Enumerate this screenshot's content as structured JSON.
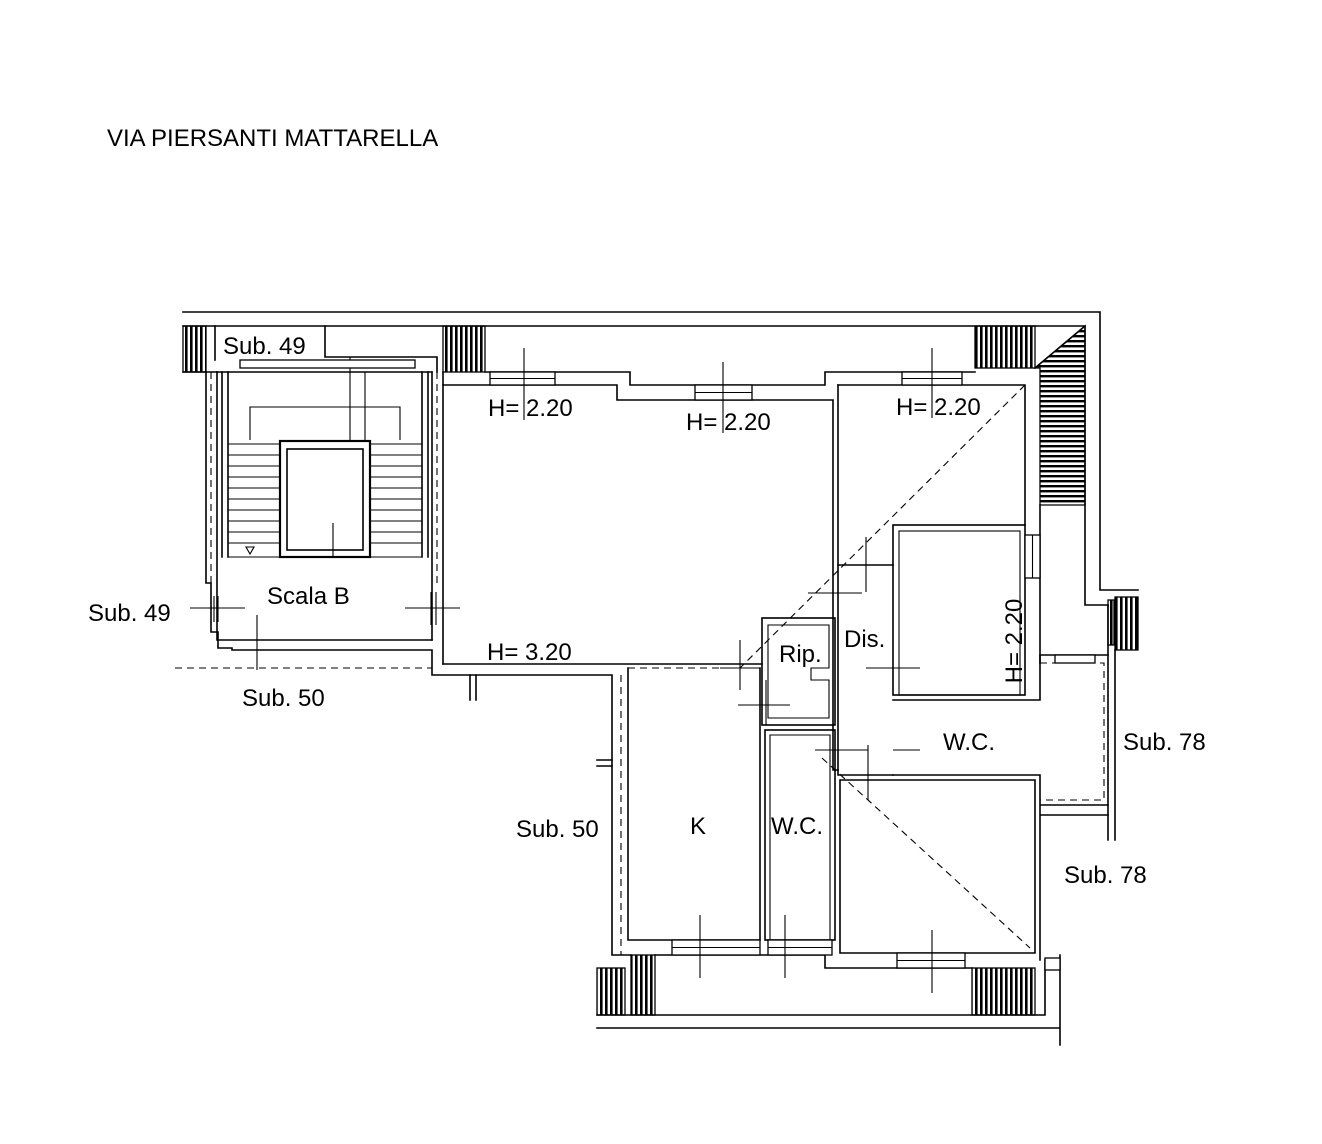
{
  "colors": {
    "ink": "#000000",
    "paper": "#ffffff"
  },
  "street_name": "VIA PIERSANTI MATTARELLA",
  "neighbouring_units": {
    "top_left": "Sub. 49",
    "left": "Sub. 49",
    "bottom_left": "Sub. 50",
    "lower_left": "Sub. 50",
    "right": "Sub. 78",
    "lower_right": "Sub. 78"
  },
  "rooms": {
    "staircase": "Scala B",
    "storage": "Rip.",
    "hallway": "Dis.",
    "kitchen": "K",
    "bathroom_right": "W.C.",
    "bathroom_lower": "W.C."
  },
  "ceiling_heights": {
    "main_room_top_left": "H= 2.20",
    "main_room_top_center": "H= 2.20",
    "right_room_top": "H= 2.20",
    "main_room_bottom": "H= 3.20",
    "right_room_side": "H= 2.20"
  }
}
